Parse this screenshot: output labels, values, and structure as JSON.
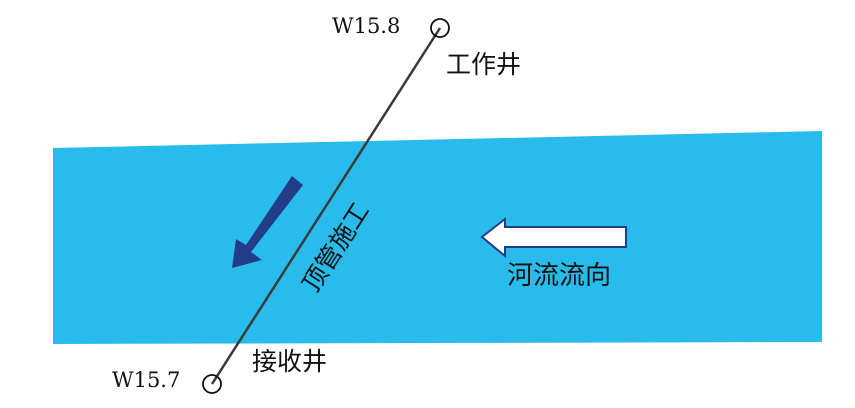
{
  "labels": {
    "work_well_id": "W15.8",
    "work_well": "工作井",
    "receive_well_id": "W15.7",
    "receive_well": "接收井",
    "pipe_jacking": "顶管施工",
    "river_flow": "河流流向"
  },
  "colors": {
    "river": "#29BBEC",
    "jacking_arrow": "#213D87",
    "flow_arrow_fill": "#FFFFFF",
    "flow_arrow_stroke": "#213D87",
    "pipe_line": "#3A3A3A"
  }
}
